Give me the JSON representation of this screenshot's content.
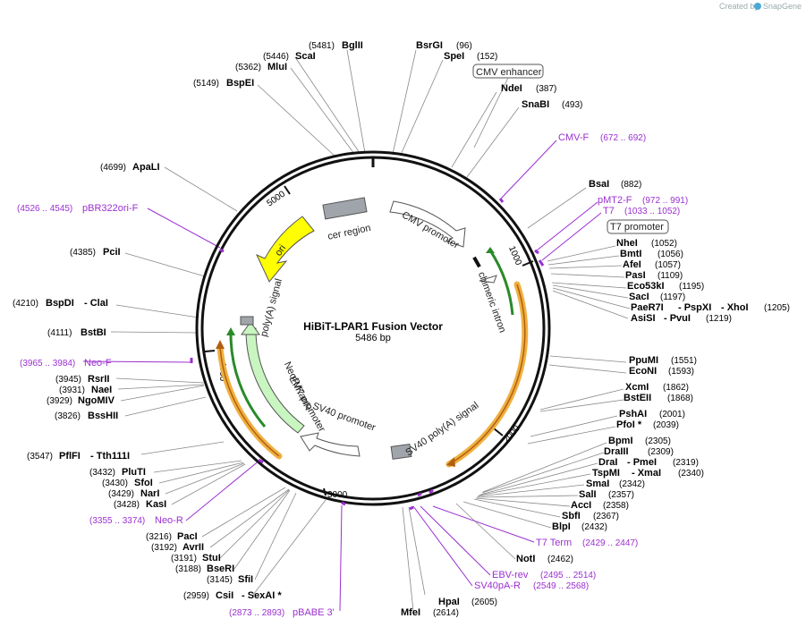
{
  "credit": {
    "created_by": "Created by",
    "brand": "SnapGene"
  },
  "title": "HiBiT-LPAR1 Fusion Vector",
  "size": "5486 bp",
  "ticks": [
    "1000",
    "2000",
    "3000",
    "4000",
    "5000"
  ],
  "colors": {
    "primer": "#9b30d0",
    "ori": "#ffff00",
    "cer": "#a0a5ab",
    "neo": "#c8f5c0",
    "promoter": "#ffffff",
    "orf_outline": "#f0b040",
    "orf_inner": "#b06010",
    "green_arc": "#2a8a2a"
  },
  "features": {
    "cer": "cer region",
    "cmv": "CMV promoter",
    "intron": "chimeric intron",
    "sv40pa": "SV40 poly(A) signal",
    "sv40p": "SV40 promoter",
    "em7": "EM7 promoter",
    "neo": "NeoR/KanR",
    "polya": "poly(A) signal",
    "ori": "ori"
  },
  "boxed": {
    "cmv_enh": "CMV enhancer",
    "t7p": "T7 promoter"
  },
  "sites": [
    {
      "id": "bglii",
      "name": "BglII",
      "pos": "(5481)"
    },
    {
      "id": "scai",
      "name": "ScaI",
      "pos": "(5446)"
    },
    {
      "id": "mlui",
      "name": "MluI",
      "pos": "(5362)"
    },
    {
      "id": "bspei",
      "name": "BspEI",
      "pos": "(5149)"
    },
    {
      "id": "bsrgi",
      "name": "BsrGI",
      "pos": "(96)"
    },
    {
      "id": "spei",
      "name": "SpeI",
      "pos": "(152)"
    },
    {
      "id": "ndei",
      "name": "NdeI",
      "pos": "(387)"
    },
    {
      "id": "snabi",
      "name": "SnaBI",
      "pos": "(493)"
    },
    {
      "id": "bsai",
      "name": "BsaI",
      "pos": "(882)"
    },
    {
      "id": "apali",
      "name": "ApaLI",
      "pos": "(4699)"
    },
    {
      "id": "pcii",
      "name": "PciI",
      "pos": "(4385)"
    },
    {
      "id": "bspdi",
      "name": "BspDI",
      "pos": "(4210)",
      "alt": "- ClaI"
    },
    {
      "id": "bstbi",
      "name": "BstBI",
      "pos": "(4111)"
    },
    {
      "id": "rsrii",
      "name": "RsrII",
      "pos": "(3945)"
    },
    {
      "id": "naei",
      "name": "NaeI",
      "pos": "(3931)"
    },
    {
      "id": "ngomiv",
      "name": "NgoMIV",
      "pos": "(3929)"
    },
    {
      "id": "bsshii",
      "name": "BssHII",
      "pos": "(3826)"
    },
    {
      "id": "pflfi",
      "name": "PflFI",
      "pos": "(3547)",
      "alt": "- Tth111I"
    },
    {
      "id": "pluti",
      "name": "PluTI",
      "pos": "(3432)"
    },
    {
      "id": "sfoi",
      "name": "SfoI",
      "pos": "(3430)"
    },
    {
      "id": "nari",
      "name": "NarI",
      "pos": "(3429)"
    },
    {
      "id": "kasi",
      "name": "KasI",
      "pos": "(3428)"
    },
    {
      "id": "paci",
      "name": "PacI",
      "pos": "(3216)"
    },
    {
      "id": "avrii",
      "name": "AvrII",
      "pos": "(3192)"
    },
    {
      "id": "stui",
      "name": "StuI",
      "pos": "(3191)"
    },
    {
      "id": "bseri",
      "name": "BseRI",
      "pos": "(3188)"
    },
    {
      "id": "sfii",
      "name": "SfiI",
      "pos": "(3145)"
    },
    {
      "id": "csii",
      "name": "CsiI",
      "pos": "(2959)",
      "alt": "- SexAI *"
    },
    {
      "id": "hpai",
      "name": "HpaI",
      "pos": "(2605)"
    },
    {
      "id": "mfei",
      "name": "MfeI",
      "pos": "(2614)"
    },
    {
      "id": "noti",
      "name": "NotI",
      "pos": "(2462)"
    },
    {
      "id": "blpi",
      "name": "BlpI",
      "pos": "(2432)"
    },
    {
      "id": "sbfi",
      "name": "SbfI",
      "pos": "(2367)"
    },
    {
      "id": "acci",
      "name": "AccI",
      "pos": "(2358)"
    },
    {
      "id": "sali",
      "name": "SalI",
      "pos": "(2357)"
    },
    {
      "id": "smai",
      "name": "SmaI",
      "pos": "(2342)"
    },
    {
      "id": "tspmi",
      "name": "TspMI",
      "pos": "(2340)",
      "alt": "- XmaI"
    },
    {
      "id": "drai",
      "name": "DraI",
      "pos": "(2319)",
      "alt": "- PmeI"
    },
    {
      "id": "draiii",
      "name": "DraIII",
      "pos": "(2309)"
    },
    {
      "id": "bpmi",
      "name": "BpmI",
      "pos": "(2305)"
    },
    {
      "id": "pfoi",
      "name": "PfoI *",
      "pos": "(2039)"
    },
    {
      "id": "pshai",
      "name": "PshAI",
      "pos": "(2001)"
    },
    {
      "id": "bsteii",
      "name": "BstEII",
      "pos": "(1868)"
    },
    {
      "id": "xcmi",
      "name": "XcmI",
      "pos": "(1862)"
    },
    {
      "id": "econi",
      "name": "EcoNI",
      "pos": "(1593)"
    },
    {
      "id": "ppumi",
      "name": "PpuMI",
      "pos": "(1551)"
    },
    {
      "id": "asisi",
      "name": "AsiSI",
      "pos": "(1219)",
      "alt": "- PvuI"
    },
    {
      "id": "paer7i",
      "name": "PaeR7I",
      "pos": "(1205)",
      "alt": "- PspXI",
      "alt2": "- XhoI"
    },
    {
      "id": "saci",
      "name": "SacI",
      "pos": "(1197)"
    },
    {
      "id": "eco53ki",
      "name": "Eco53kI",
      "pos": "(1195)"
    },
    {
      "id": "pasi",
      "name": "PasI",
      "pos": "(1109)"
    },
    {
      "id": "afei",
      "name": "AfeI",
      "pos": "(1057)"
    },
    {
      "id": "bmti",
      "name": "BmtI",
      "pos": "(1056)"
    },
    {
      "id": "nhei",
      "name": "NheI",
      "pos": "(1052)"
    }
  ],
  "primers": [
    {
      "id": "cmvf",
      "name": "CMV-F",
      "pos": "(672 .. 692)"
    },
    {
      "id": "pmt2f",
      "name": "pMT2-F",
      "pos": "(972 .. 991)"
    },
    {
      "id": "t7",
      "name": "T7",
      "pos": "(1033 .. 1052)"
    },
    {
      "id": "pbr",
      "name": "pBR322ori-F",
      "pos": "(4526 .. 4545)"
    },
    {
      "id": "neof",
      "name": "Neo-F",
      "pos": "(3965 .. 3984)"
    },
    {
      "id": "neor",
      "name": "Neo-R",
      "pos": "(3355 .. 3374)"
    },
    {
      "id": "pbabe",
      "name": "pBABE 3'",
      "pos": "(2873 .. 2893)"
    },
    {
      "id": "t7term",
      "name": "T7 Term",
      "pos": "(2429 .. 2447)"
    },
    {
      "id": "ebvrev",
      "name": "EBV-rev",
      "pos": "(2495 .. 2514)"
    },
    {
      "id": "sv40par",
      "name": "SV40pA-R",
      "pos": "(2549 .. 2568)"
    }
  ]
}
